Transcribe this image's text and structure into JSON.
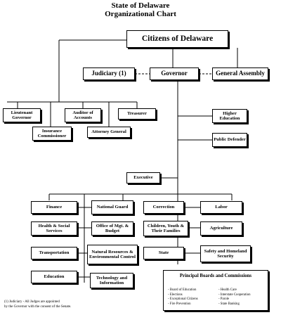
{
  "header": {
    "line1": "State of Delaware",
    "line2": "Organizational Chart"
  },
  "top": {
    "citizens": "Citizens of Delaware"
  },
  "branches": {
    "judiciary": "Judiciary (1)",
    "governor": "Governor",
    "assembly": "General Assembly"
  },
  "elected": {
    "lt_governor": "Lieutenant Governor",
    "auditor": "Auditor of Accounts",
    "treasurer": "Treasurer",
    "insurance": "Insurance Commissioner",
    "attorney": "Attorney General"
  },
  "gov_units": {
    "higher_ed": "Higher Education",
    "defender": "Public Defender",
    "executive": "Executive"
  },
  "departments": {
    "finance": "Finance",
    "health": "Health & Social Services",
    "transportation": "Transportation",
    "education": "Education",
    "guard": "National Guard",
    "omb": "Office of Mgt. & Budget",
    "natural": "Natural Resources & Environmental Control",
    "tech": "Technology and Information",
    "correction": "Correction",
    "children": "Children, Youth & Their Families",
    "state": "State",
    "labor": "Labor",
    "agriculture": "Agriculture",
    "safety": "Safety and Homeland Security"
  },
  "boards": {
    "title": "Principal Boards and Commissions",
    "left": [
      "Board of Education",
      "Elections",
      "Exceptional Citizens",
      "Fire Prevention"
    ],
    "right": [
      "Health Care",
      "Interstate Cooperation",
      "Parole",
      "State Banking"
    ]
  },
  "footnote": {
    "line1": "(1) Judiciary - All Judges are appointed",
    "line2": "by the Governor with the consent of the Senate."
  }
}
